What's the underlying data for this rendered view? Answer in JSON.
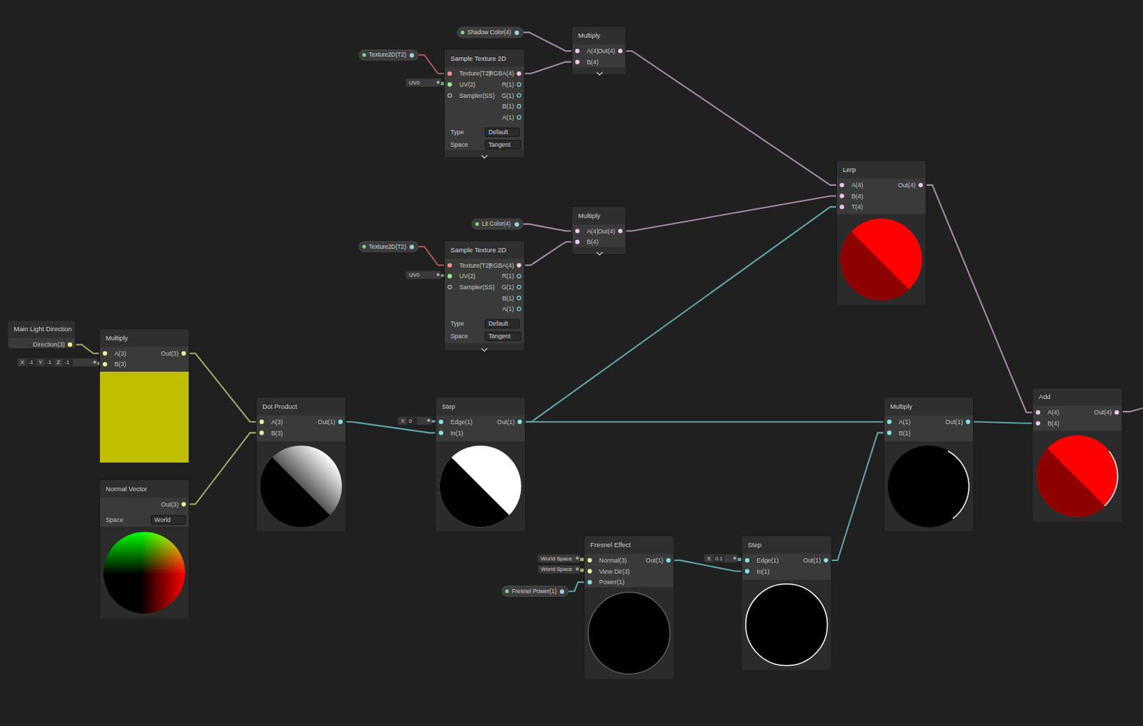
{
  "diagram": {
    "nodes": [
      {
        "text": [
          "Shadow Color(4)"
        ]
      },
      {
        "text": [
          "Texture2D(T2)"
        ]
      },
      {
        "text": [
          "Sample Texture 2D",
          "Texture(T2)",
          "UV(2)",
          "Sampler(SS)",
          "RGBA(4)",
          "R(1)",
          "G(1)",
          "B(1)",
          "A(1)",
          "Type",
          "Default",
          "Space",
          "Tangent"
        ]
      },
      {
        "text": [
          "UV0"
        ]
      },
      {
        "text": [
          "Multiply",
          "A(4)",
          "B(4)",
          "Out(4)"
        ]
      },
      {
        "text": [
          "Lit Color(4)"
        ]
      },
      {
        "text": [
          "Texture2D(T2)"
        ]
      },
      {
        "text": [
          "Sample Texture 2D",
          "Texture(T2)",
          "UV(2)",
          "Sampler(SS)",
          "RGBA(4)",
          "R(1)",
          "G(1)",
          "B(1)",
          "A(1)",
          "Type",
          "Default",
          "Space",
          "Tangent"
        ]
      },
      {
        "text": [
          "UV0"
        ]
      },
      {
        "text": [
          "Multiply",
          "A(4)",
          "B(4)",
          "Out(4)"
        ]
      },
      {
        "text": [
          "Lerp",
          "A(4)",
          "B(4)",
          "T(4)",
          "Out(4)"
        ]
      },
      {
        "text": [
          "Main Light Direction",
          "Direction(3)"
        ]
      },
      {
        "text": [
          "X",
          "-1",
          "Y",
          "-1",
          "Z",
          "-1"
        ]
      },
      {
        "text": [
          "Multiply",
          "A(3)",
          "B(3)",
          "Out(3)"
        ]
      },
      {
        "text": [
          "Normal Vector",
          "Out(3)",
          "Space",
          "World"
        ]
      },
      {
        "text": [
          "Dot Product",
          "A(3)",
          "B(3)",
          "Out(1)"
        ]
      },
      {
        "text": [
          "X",
          "0"
        ]
      },
      {
        "text": [
          "Step",
          "Edge(1)",
          "In(1)",
          "Out(1)"
        ]
      },
      {
        "text": [
          "Multiply",
          "A(1)",
          "B(1)",
          "Out(1)"
        ]
      },
      {
        "text": [
          "Add",
          "A(4)",
          "B(4)",
          "Out(4)"
        ]
      },
      {
        "text": [
          "World Space"
        ]
      },
      {
        "text": [
          "World Space"
        ]
      },
      {
        "text": [
          "Fresnel Power(1)"
        ]
      },
      {
        "text": [
          "Fresnel Effect",
          "Normal(3)",
          "View Dir(3)",
          "Power(1)",
          "Out(1)"
        ]
      },
      {
        "text": [
          "X",
          "0.1"
        ]
      },
      {
        "text": [
          "Step",
          "Edge(1)",
          "In(1)",
          "Out(1)"
        ]
      }
    ],
    "edges": [
      {
        "from": 0,
        "to": 4,
        "arrow": "none"
      },
      {
        "from": 1,
        "to": 2,
        "arrow": "none"
      },
      {
        "from": 3,
        "to": 2,
        "arrow": "none"
      },
      {
        "from": 2,
        "to": 4,
        "arrow": "none"
      },
      {
        "from": 4,
        "to": 10,
        "arrow": "none"
      },
      {
        "from": 5,
        "to": 9,
        "arrow": "none"
      },
      {
        "from": 6,
        "to": 7,
        "arrow": "none"
      },
      {
        "from": 8,
        "to": 7,
        "arrow": "none"
      },
      {
        "from": 7,
        "to": 9,
        "arrow": "none"
      },
      {
        "from": 9,
        "to": 10,
        "arrow": "none"
      },
      {
        "from": 17,
        "to": 10,
        "arrow": "none"
      },
      {
        "from": 10,
        "to": 19,
        "arrow": "none"
      },
      {
        "from": 18,
        "to": 19,
        "arrow": "none"
      },
      {
        "from": 11,
        "to": 13,
        "arrow": "none"
      },
      {
        "from": 12,
        "to": 13,
        "arrow": "none"
      },
      {
        "from": 13,
        "to": 15,
        "arrow": "none"
      },
      {
        "from": 14,
        "to": 15,
        "arrow": "none"
      },
      {
        "from": 16,
        "to": 17,
        "arrow": "none"
      },
      {
        "from": 15,
        "to": 17,
        "arrow": "none"
      },
      {
        "from": 17,
        "to": 18,
        "arrow": "none"
      },
      {
        "from": 25,
        "to": 18,
        "arrow": "none"
      },
      {
        "from": 20,
        "to": 23,
        "arrow": "none"
      },
      {
        "from": 21,
        "to": 23,
        "arrow": "none"
      },
      {
        "from": 22,
        "to": 23,
        "arrow": "none"
      },
      {
        "from": 24,
        "to": 25,
        "arrow": "none"
      },
      {
        "from": 23,
        "to": 25,
        "arrow": "none"
      }
    ]
  }
}
